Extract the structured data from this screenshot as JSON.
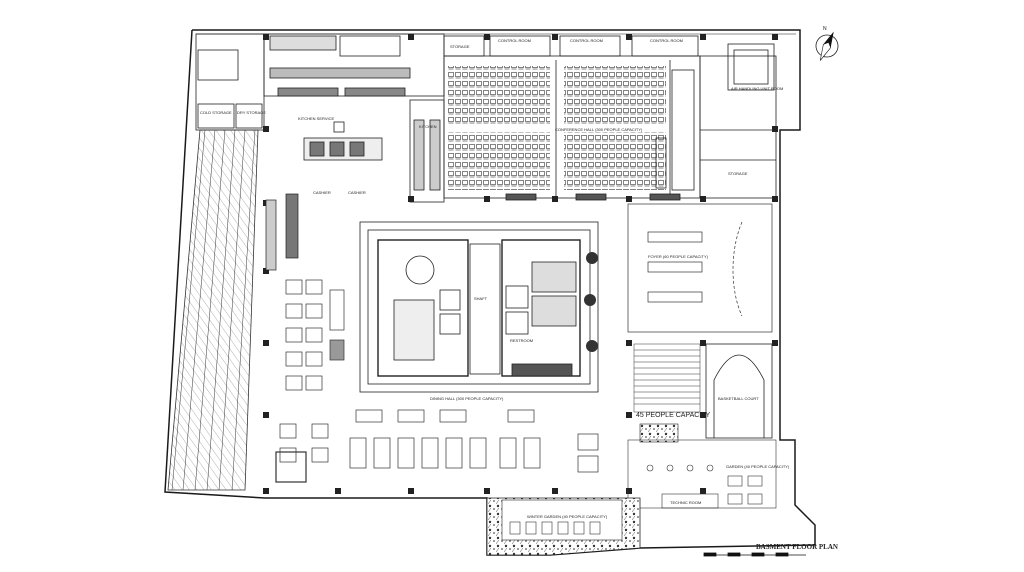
{
  "drawing": {
    "title": "BASMENT FLOOR PLAN",
    "north_label": "N"
  },
  "rooms": {
    "cold_storage": "COLD STORAGE",
    "dry_storage": "DRY STORAGE",
    "storage_top": "STORAGE",
    "control_room_1": "CONTROL ROOM",
    "control_room_2": "CONTROL ROOM",
    "control_room_3": "CONTROL ROOM",
    "conference_hall": "CONFERENCE HALL (300 PEOPLE CAPACITY)",
    "air_handling_unit": "AIR HANDLING UNIT ROOM",
    "storage_right": "STORAGE",
    "kitchen_service": "KITCHEN SERVICE",
    "kitchen": "KITCHEN",
    "cashier_1": "CASHIER",
    "cashier_2": "CASHIER",
    "foyer": "FOYER (60 PEOPLE CAPACITY)",
    "shaft": "SHAFT",
    "restroom": "RESTROOM",
    "dining_hall": "DINING HALL (300 PEOPLE CAPACITY)",
    "capacity_45": "45 PEOPLE CAPACITY",
    "basketball_court": "BASKETBALL COURT",
    "garden": "GARDEN (40 PEOPLE CAPACITY)",
    "winter_garden": "WINTER GARDEN (40 PEOPLE CAPACITY)",
    "technic_room": "TECHNIC ROOM"
  },
  "colors": {
    "line": "#1a1a1a",
    "wall": "#222222",
    "hatch": "#555555",
    "paper": "#ffffff"
  }
}
